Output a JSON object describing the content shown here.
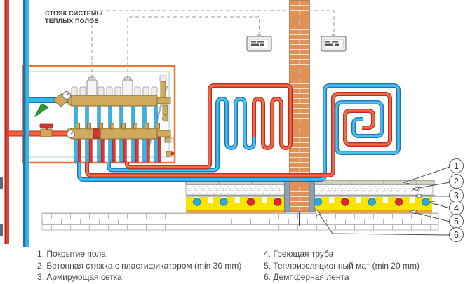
{
  "title": {
    "line1": "СТОЯК СИСТЕМЫ",
    "line2": "ТЕПЛЫХ ПОЛОВ"
  },
  "legend": {
    "columns": [
      {
        "items": [
          "1. Покрытие пола",
          "2. Бетонная стяжка с пластификатором (min 30 mm)",
          "3. Армирующая сетка"
        ]
      },
      {
        "items": [
          "4. Греющая труба",
          "5. Теплоизоляционный мат (min 20 mm)",
          "6. Демпферная лента"
        ]
      }
    ]
  },
  "callouts": {
    "labels": [
      "1",
      "2",
      "3",
      "4",
      "5",
      "6"
    ]
  },
  "components": {
    "riser": "heating-riser-pipes",
    "manifold": "distribution-manifold-cabinet",
    "loops": [
      "serpentine-heating-loop",
      "spiral-heating-loop"
    ],
    "thermostats": 2,
    "column": "brick-column"
  },
  "colors": {
    "pipe_hot": "#f0703c",
    "pipe_hot_outline": "#c1272d",
    "pipe_cold": "#4ec2ee",
    "pipe_cold_outline": "#1b75bb",
    "cabinet_border": "#f0752c",
    "manifold_brass": "#cfa95d",
    "insulation_mat_yellow": "#f9e400",
    "brick_column_orange": "#e09158",
    "valve_green": "#2f9e37",
    "valve_red": "#d6372b",
    "damper_tape_gray": "#8ba0b0"
  }
}
